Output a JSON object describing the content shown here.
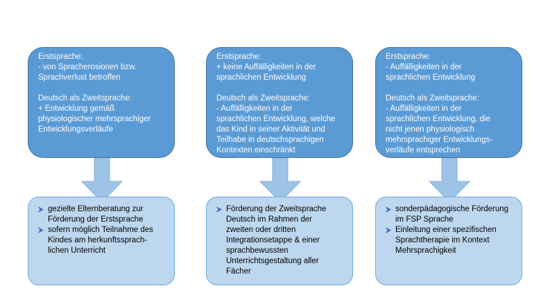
{
  "columns": [
    {
      "top_lines": [
        "Erstsprache:",
        "- von Spracherosionen bzw.\nSprachverlust  betroffen",
        "",
        "Deutsch als Zweitsprache:",
        "+ Entwicklung gemäß\nphysiologischer mehrsprachiger\nEntwicklungsverläufe"
      ],
      "bullets": [
        "gezielte Elternberatung zur\nFörderung der Erstsprache",
        "sofern möglich Teilnahme des\nKindes am herkunftssprach-\nlichen Unterricht"
      ]
    },
    {
      "top_lines": [
        "Erstsprache:",
        "+ keine Auffälligkeiten in der\nsprachlichen Entwicklung",
        "",
        "Deutsch als Zweitsprache:",
        "- Auffälligkeiten in der\nsprachlichen Entwicklung, welche\ndas Kind in seiner Aktivität und\nTeilhabe in deutschsprachigen\nKontexten einschränkt"
      ],
      "bullets": [
        "Förderung der Zweitsprache\nDeutsch im Rahmen der\nzweiten oder dritten\nIntegrationsetappe & einer\nsprachbewussten\nUnterrichtsgestaltung aller\nFächer"
      ]
    },
    {
      "top_lines": [
        "Erstsprache:",
        "- Auffälligkeiten in der\nsprachlichen Entwicklung",
        "",
        "Deutsch als Zweitsprache:",
        "- Auffälligkeiten in der\nsprachlichen Entwicklung, die\nnicht jenen physiologisch\nmehrsprachiger Entwicklungs-\nverläufe entsprechen"
      ],
      "bullets": [
        "sonderpädagogische Förderung\nim FSP Sprache",
        "Einleitung einer spezifischen\nSprachtherapie im Kontext\nMehrsprachigkeit"
      ]
    }
  ],
  "colors": {
    "top_fill": "#5b9bd5",
    "top_border": "#41719c",
    "bottom_fill": "#bdd7ee",
    "arrow_fill": "#9dc3e6",
    "bullet": "#4472c4"
  },
  "icons": {
    "bullet": "arrowhead-bullet-icon",
    "connector": "down-arrow-icon"
  }
}
